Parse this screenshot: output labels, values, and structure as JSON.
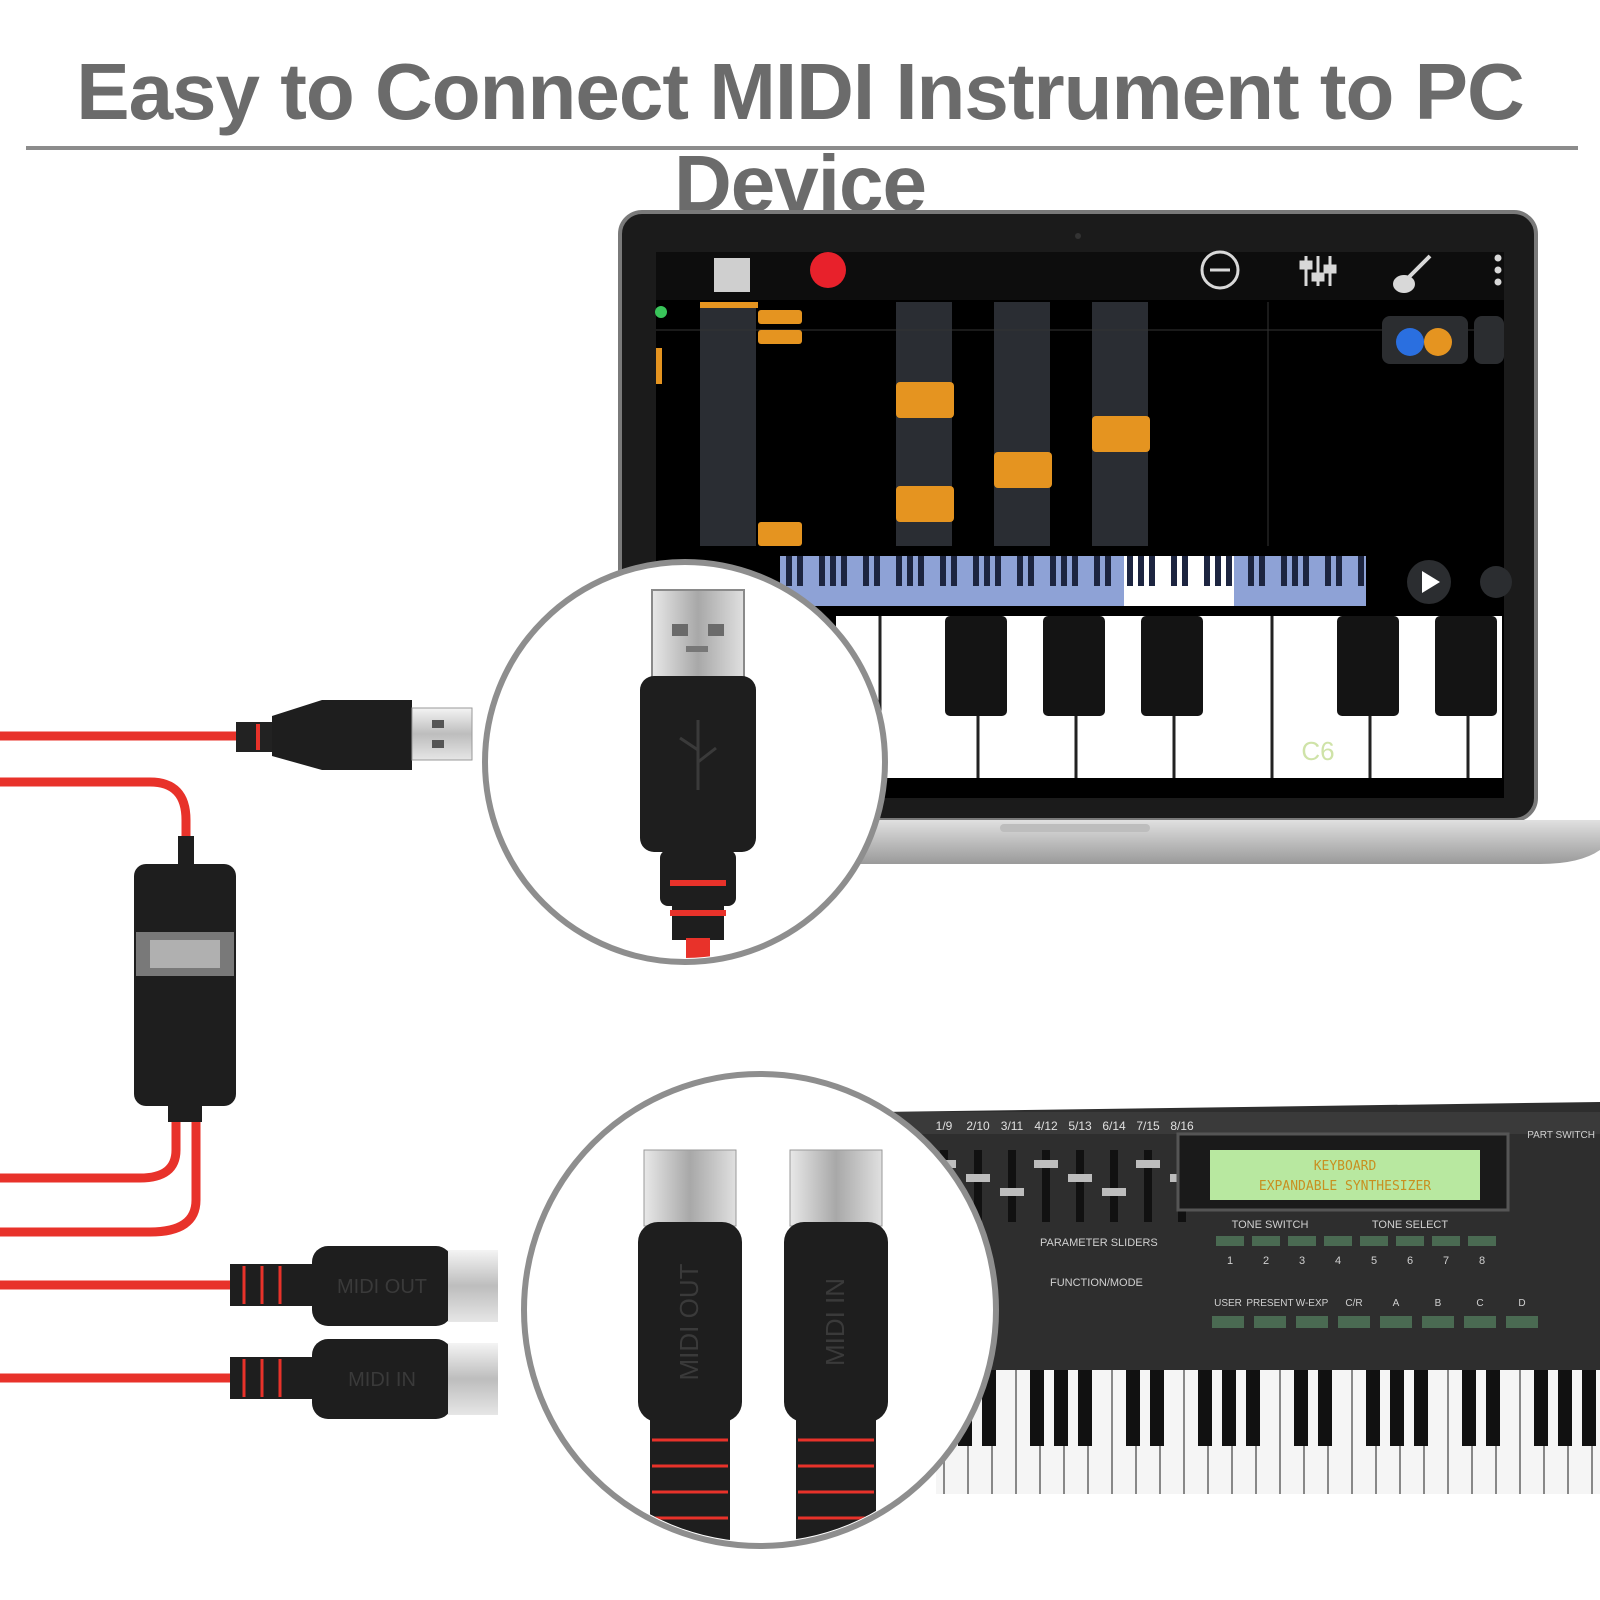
{
  "headline": "Easy to Connect MIDI Instrument to PC Device",
  "laptop_app": {
    "key_label": "C6"
  },
  "adapter": {
    "midi_out_label": "MIDI OUT",
    "midi_in_label": "MIDI IN"
  },
  "synth": {
    "display_line1": "KEYBOARD",
    "display_line2": "EXPANDABLE  SYNTHESIZER",
    "slider_labels": [
      "1/9",
      "2/10",
      "3/11",
      "4/12",
      "5/13",
      "6/14",
      "7/15",
      "8/16"
    ],
    "parameter_sliders_label": "PARAMETER SLIDERS",
    "tone_switch_label": "TONE SWITCH",
    "tone_select_label": "TONE SELECT",
    "number_labels": [
      "1",
      "2",
      "3",
      "4",
      "5",
      "6",
      "7",
      "8"
    ],
    "function_mode_label": "FUNCTION/MODE",
    "bank_labels": [
      "USER",
      "PRESENT",
      "W-EXP",
      "C/R",
      "A",
      "B",
      "C",
      "D"
    ],
    "part_switch_label": "PART SWITCH"
  },
  "colors": {
    "cable_red": "#e8322a",
    "plug_black": "#1e1e1e",
    "note_orange": "#e59420",
    "lcd_green": "#b8e8a0",
    "title_gray": "#6b6b6b"
  },
  "icons": [
    "stop-icon",
    "record-icon",
    "metronome-icon",
    "mixer-icon",
    "guitar-icon",
    "more-icon",
    "hands-icon",
    "play-icon",
    "usb-symbol-icon"
  ]
}
